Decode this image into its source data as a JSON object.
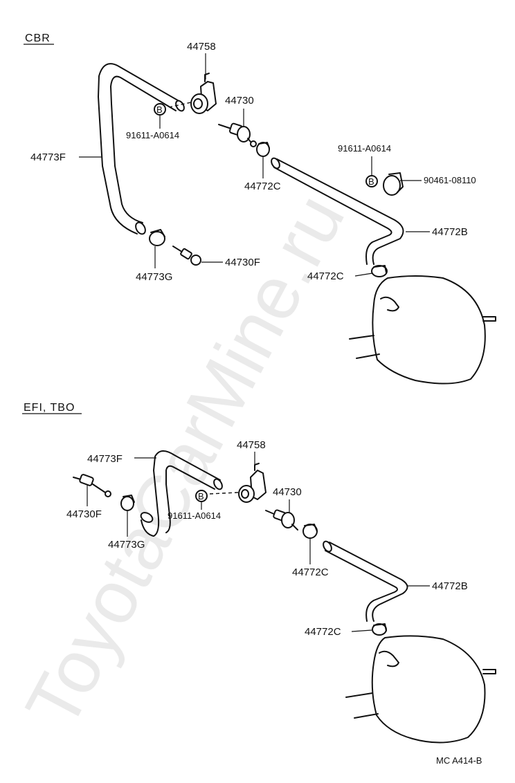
{
  "watermark": "ToyotaCarMine.ru",
  "footer_code": "MC  A414-B",
  "bolt_marker": "B",
  "sections": [
    {
      "title": "CBR",
      "labels": {
        "bracket": "44758",
        "bolt": "91611-A0614",
        "vsv": "44730",
        "hose_left": "44773F",
        "clamp_right": "44772C",
        "bolt2": "91611-A0614",
        "clip": "90461-08110",
        "hose_right": "44772B",
        "clamp_left": "44773G",
        "vsv_f": "44730F",
        "clamp_booster": "44772C"
      }
    },
    {
      "title": "EFI, TBO",
      "labels": {
        "bracket": "44758",
        "hose_left": "44773F",
        "vsv": "44730",
        "vsv_f": "44730F",
        "bolt": "91611-A0614",
        "clamp_left": "44773G",
        "clamp_right": "44772C",
        "hose_right": "44772B",
        "clamp_booster": "44772C"
      }
    }
  ]
}
